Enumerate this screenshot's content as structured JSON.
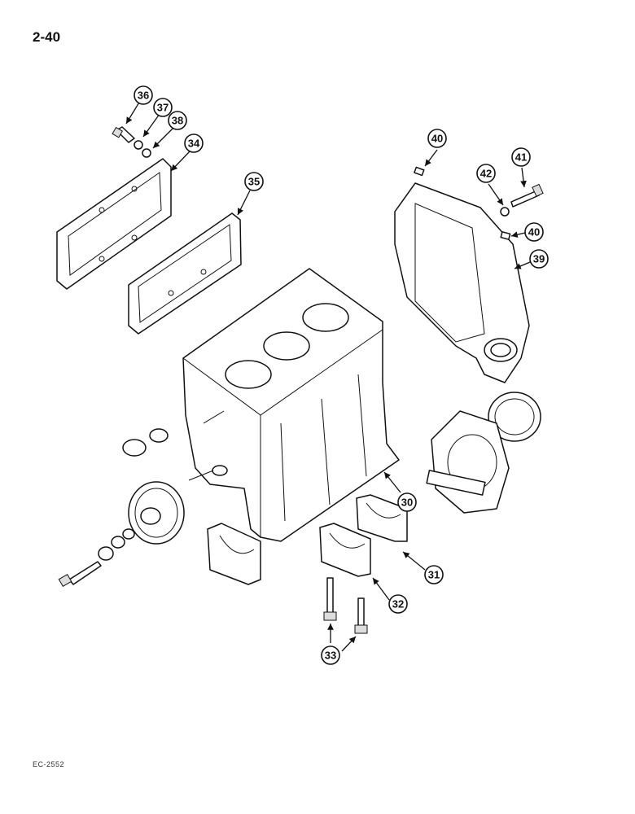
{
  "page": {
    "number": "2-40",
    "catalog_code": "EC-2552"
  },
  "callouts": [
    "30",
    "31",
    "32",
    "33",
    "34",
    "35",
    "36",
    "37",
    "38",
    "39",
    "40",
    "41",
    "42"
  ]
}
